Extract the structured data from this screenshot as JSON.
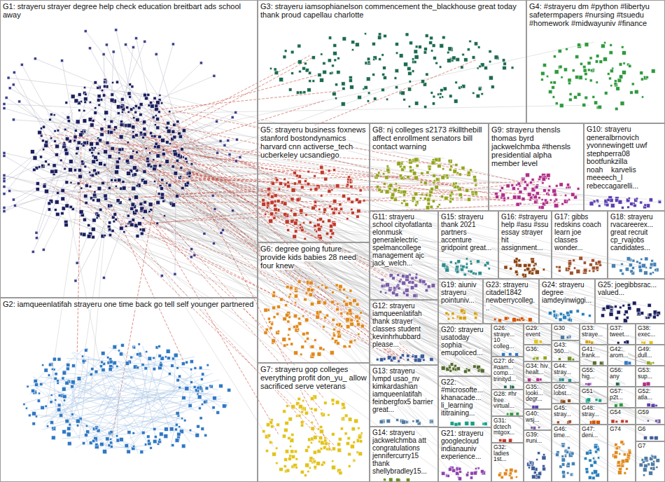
{
  "diagram": {
    "nodes": [
      {
        "text": [
          "G1: strayeru strayer degree help check education breitbart ads school away"
        ]
      },
      {
        "text": [
          "G2: iamqueenlatifah strayeru one time back go tell self younger partnered"
        ]
      },
      {
        "text": [
          "G3: strayeru iamsophianelson commencement the_blackhouse great today thank proud capellau charlotte"
        ]
      },
      {
        "text": [
          "G4: #strayeru dm #python #libertyu safetermpapers #nursing #tsuedu #homework #midwayuniv #finance"
        ]
      },
      {
        "text": [
          "G5: strayeru business foxnews stanford bostondynamics harvard cnn activerse_tech ucberkeley ucsandiego"
        ]
      },
      {
        "text": [
          "G6: degree going future provide kids babies 28 need four knew"
        ]
      },
      {
        "text": [
          "G7: strayeru gop colleges everything profit don_yu_ allow sacrificed serve veterans"
        ]
      },
      {
        "text": [
          "G8: nj colleges s2173 #killthebill affect enrollment senators bill contact warning"
        ]
      },
      {
        "text": [
          "G9: strayeru thensls thomas byrd jackwelchmba #thensls presidential alpha member level"
        ]
      },
      {
        "text": [
          "G10: strayeru generalbrnovich yvonnewingett uwf stephperra08 bootfunkzilla noah__karvelis meeeech_l rebeccagarelli..."
        ]
      },
      {
        "text": [
          "G11: strayeru school cityofatlanta elonmusk generalelectric spelmancollege management ajc jack_welch..."
        ]
      },
      {
        "text": [
          "G12: strayeru iamqueenlatifah thank strayer classes student kevinhrhubbard please..."
        ]
      },
      {
        "text": [
          "G13: strayeru lvmpd usao_nv kimkardashian iamqueenlatifah feinbergfox5 barrier great..."
        ]
      },
      {
        "text": [
          "G14: strayeru jackwelchmba att congratulations jennifercurry15 thank shellybradley15..."
        ]
      },
      {
        "text": [
          "G15: strayeru thank 2021 partners accenture gridpoint great..."
        ]
      },
      {
        "text": [
          "G16: #strayeru help #asu #ssu essay strayer hit assignment..."
        ]
      },
      {
        "text": [
          "G17: gibbs redskins coach learn joe classes wonder..."
        ]
      },
      {
        "text": [
          "G18: strayeru rvacareerex... great recruit cp_rvajobs candidates..."
        ]
      },
      {
        "text": [
          "G19: aiuniv strayeru pointuniv..."
        ]
      },
      {
        "text": [
          "G20: strayeru usatoday sophia emupoliced..."
        ]
      },
      {
        "text": [
          "G21: strayeru googlecloud indianauniv experience..."
        ]
      },
      {
        "text": [
          "G22: #microsofte... khanacade... li_learning ititraining..."
        ]
      },
      {
        "text": [
          "G23: strayeru citadel1842 newberrycolleg..."
        ]
      },
      {
        "text": [
          "G24: strayeru degree iamdeyinwiggi..."
        ]
      },
      {
        "text": [
          "G25: joegibbsrac... valued..."
        ]
      },
      {
        "text": [
          "G26: straye... 10 colleg..."
        ]
      },
      {
        "text": [
          "G27: dc #gam... comp... trinityd..."
        ]
      },
      {
        "text": [
          "G28: #hr free virtual..."
        ]
      },
      {
        "text": [
          "G31: dctech mtgox..."
        ]
      },
      {
        "text": [
          "G32: ladies 1st..."
        ]
      },
      {
        "text": [
          "G29: event"
        ]
      },
      {
        "text": [
          "G36:"
        ]
      },
      {
        "text": [
          "G34: hiv healt..."
        ]
      },
      {
        "text": [
          "G35: looki... degr..."
        ]
      },
      {
        "text": [
          "G40: wsj..."
        ]
      },
      {
        "text": [
          "G39: #uni..."
        ]
      },
      {
        "text": [
          "G30"
        ]
      },
      {
        "text": [
          "G43: 360..."
        ]
      },
      {
        "text": [
          "G44: stray..."
        ]
      },
      {
        "text": [
          "G50: lobst..."
        ]
      },
      {
        "text": [
          "G45: stray..."
        ]
      },
      {
        "text": [
          "G46: time..."
        ]
      },
      {
        "text": [
          "G33: straye..."
        ]
      },
      {
        "text": [
          "G41: frank..."
        ]
      },
      {
        "text": [
          "G55: hig..."
        ]
      },
      {
        "text": [
          "G51"
        ]
      },
      {
        "text": [
          "G48: stray..."
        ]
      },
      {
        "text": [
          "G47: deni..."
        ]
      },
      {
        "text": [
          "G37: tweet..."
        ]
      },
      {
        "text": [
          "G42: arom..."
        ]
      },
      {
        "text": [
          "G56: any"
        ]
      },
      {
        "text": [
          "G57: p2t..."
        ]
      },
      {
        "text": [
          "G54"
        ]
      },
      {
        "text": [
          "G74"
        ]
      },
      {
        "text": [
          "G38: exec..."
        ]
      },
      {
        "text": [
          "G49: dull..."
        ]
      },
      {
        "text": [
          "G53: sup..."
        ]
      },
      {
        "text": [
          "G52: atla..."
        ]
      },
      {
        "text": [
          "G59"
        ]
      },
      {
        "text": [
          "G6"
        ]
      },
      {
        "text": [
          "G7"
        ]
      }
    ]
  }
}
